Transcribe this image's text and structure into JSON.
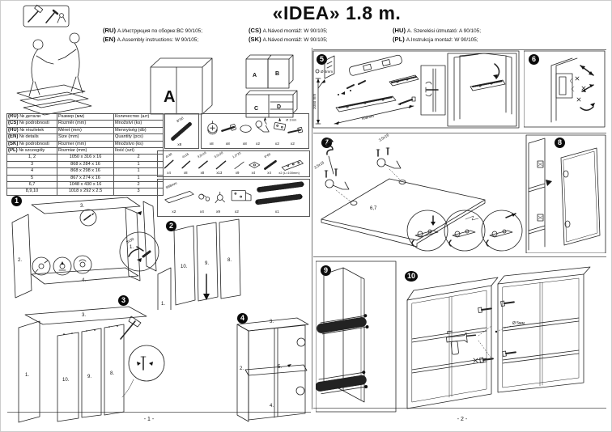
{
  "page": {
    "title": "«IDEA» 1.8 m.",
    "footer_left": "- 1 -",
    "footer_right": "- 2 -"
  },
  "languages": [
    {
      "code": "(RU)",
      "text": "А.Инструкция по сборке:ВС 90/105;"
    },
    {
      "code": "(CS)",
      "text": "A.Návod montáž: W 90/105;"
    },
    {
      "code": "(HU)",
      "text": "A. Szerelési útmutató: A 90/105;"
    },
    {
      "code": "(EN)",
      "text": "A.Assembly instructions: W 90/105;"
    },
    {
      "code": "(SK)",
      "text": "A.Návod montáž: W 90/105;"
    },
    {
      "code": "(PL)",
      "text": "A.Instrukcja montaż: W 90/105;"
    }
  ],
  "overview": {
    "large_cabinet": "A",
    "wall_a": "A",
    "wall_b": "B",
    "base_c": "C",
    "base_d": "D"
  },
  "parts_table": {
    "header_rows": [
      {
        "code": "(RU)",
        "no": "№ детали",
        "size": "Размер (мм)",
        "qty": "Количество (шт)"
      },
      {
        "code": "(CS)",
        "no": "№ podrobnosti",
        "size": "Rozměr (mm)",
        "qty": "Množství (ks)"
      },
      {
        "code": "(HU)",
        "no": "№ részletek",
        "size": "Méret (mm)",
        "qty": "Mennyiség (db)"
      },
      {
        "code": "(EN)",
        "no": "№ details",
        "size": "Size (mm)",
        "qty": "Quantity (pcs)"
      },
      {
        "code": "(SK)",
        "no": "№ podrobnosti",
        "size": "Rozmer (mm)",
        "qty": "Množstvo (ks)"
      },
      {
        "code": "(PL)",
        "no": "№ szczegóły",
        "size": "Rozmiar (mm)",
        "qty": "Ilość (szt)"
      }
    ],
    "rows": [
      {
        "no": "1, 2",
        "size": "1050 x 316 x 16",
        "qty": "2"
      },
      {
        "no": "3",
        "size": "868 x 284 x 16",
        "qty": "1"
      },
      {
        "no": "4",
        "size": "868 x 298 x 16",
        "qty": "1"
      },
      {
        "no": "5",
        "size": "867 x 274 x 16",
        "qty": "1"
      },
      {
        "no": "6,7",
        "size": "1048 x 430 x 16",
        "qty": "2"
      },
      {
        "no": "8,9,10",
        "size": "1018 x 292 x 2.5",
        "qty": "3"
      }
    ]
  },
  "hardware": {
    "dowel": {
      "label": "8*30",
      "qty": "x8"
    },
    "fittings": {
      "cam_qty": "x8",
      "bolt_qty": "x8",
      "ring_qty": "x8",
      "hinge_qty": "x2",
      "plate_qty": "x2",
      "pin_dia": "Ø 1mm",
      "pin_qty": "x2"
    },
    "screws": [
      {
        "label": "4x30",
        "qty": "x4"
      },
      {
        "label": "4x16",
        "qty": "x8"
      },
      {
        "label": "3,5x16",
        "qty": "x8"
      },
      {
        "label": "3,5x20",
        "qty": "x13"
      },
      {
        "label": "1,5*25",
        "qty": "x9"
      },
      {
        "label": "",
        "qty": "x4"
      },
      {
        "label": "8*60",
        "qty": "x4"
      },
      {
        "label": "",
        "qty": "x2 (L=100mm)"
      }
    ],
    "accessories": [
      {
        "label": "998mm",
        "qty": "x2"
      },
      {
        "label": "",
        "qty": "x4"
      },
      {
        "label": "",
        "qty": "x9"
      },
      {
        "label": "",
        "qty": "x2"
      },
      {
        "label": "",
        "qty": "x1"
      }
    ]
  },
  "steps": {
    "s1": {
      "num": "1",
      "label_1": "1.",
      "label_2": "2.",
      "label_3": "3.",
      "label_4": "4.",
      "inset": "8x30"
    },
    "s2": {
      "num": "2",
      "label_8": "8.",
      "label_9": "9.",
      "label_10": "10.",
      "label_1": "1."
    },
    "s3": {
      "num": "3",
      "label_1": "1.",
      "label_3": "3.",
      "label_8": "8.",
      "label_9": "9.",
      "label_10": "10."
    },
    "s4": {
      "num": "4",
      "label_2": "2.",
      "label_3": "3.",
      "label_4": "4.",
      "label_5": "5."
    },
    "s5": {
      "num": "5",
      "drill_dia": "Ø 6mm",
      "dim_height": "2000 mm",
      "dim_width": "998mm"
    },
    "s6": {
      "num": "6"
    },
    "s7": {
      "num": "7",
      "screw_top": "3,5x16",
      "screw_left": "3,5x16",
      "panel": "6,7"
    },
    "s8": {
      "num": "8"
    },
    "s9": {
      "num": "9"
    },
    "s10": {
      "num": "10",
      "drill_dia": "Ø 5мм"
    }
  }
}
